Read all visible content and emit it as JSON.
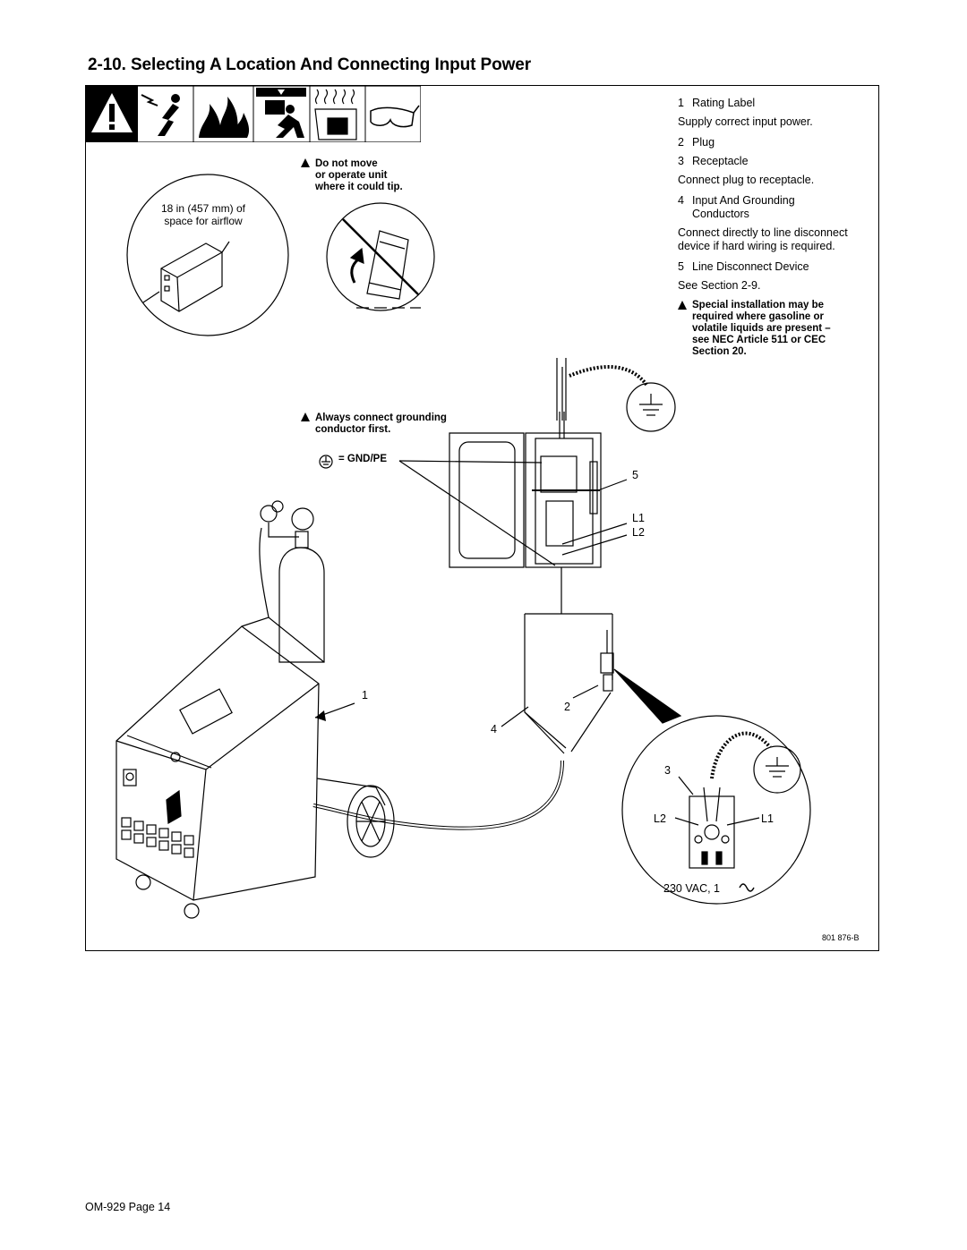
{
  "page": {
    "title": "2-10. Selecting A Location And Connecting Input Power",
    "footer": "OM-929 Page 14",
    "figure_id": "801 876-B"
  },
  "legend": [
    {
      "num": "1",
      "label": "Rating Label"
    },
    {
      "note": "Supply correct input power."
    },
    {
      "num": "2",
      "label": "Plug"
    },
    {
      "num": "3",
      "label": "Receptacle"
    },
    {
      "note": "Connect plug to receptacle."
    },
    {
      "num": "4",
      "label": "Input And Grounding",
      "label2": "Conductors"
    },
    {
      "note": "Connect directly to line disconnect",
      "note2": "device if hard wiring is required."
    },
    {
      "num": "5",
      "label": "Line Disconnect Device"
    },
    {
      "note": "See Section 2-9."
    }
  ],
  "warnings": {
    "special": [
      "Special installation may be",
      "required where gasoline or",
      "volatile liquids are present –",
      "see NEC Article 511 or CEC",
      "Section 20."
    ],
    "tip": [
      "Do not move",
      "or operate unit",
      "where it could tip."
    ],
    "ground": [
      "Always connect grounding",
      "conductor first."
    ],
    "gnd_label": "= GND/PE"
  },
  "airflow": [
    "18 in (457 mm) of",
    "space for airflow"
  ],
  "callouts": {
    "c1": "1",
    "c2": "2",
    "c3": "3",
    "c4": "4",
    "c5": "5",
    "l1_top": "L1",
    "l2_top": "L2",
    "l1_bot": "L1",
    "l2_bot": "L2",
    "voltage": "230 VAC, 1"
  },
  "icons": [
    "warning-triangle-icon",
    "electric-shock-icon",
    "fire-icon",
    "falling-equipment-icon",
    "hot-surface-icon",
    "safety-glasses-icon"
  ]
}
